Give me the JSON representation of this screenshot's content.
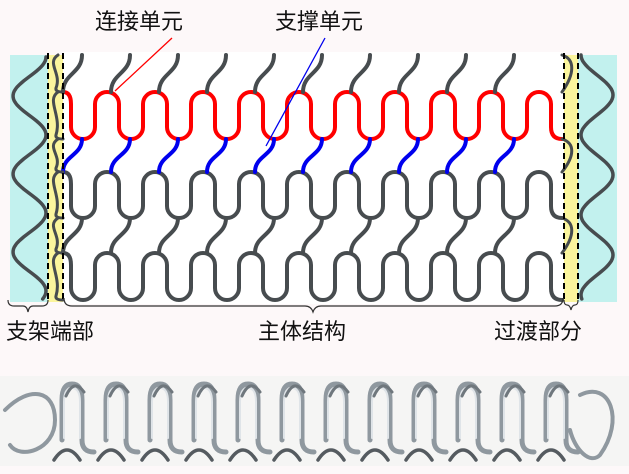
{
  "labels": {
    "connecting_unit": "连接单元",
    "support_unit": "支撑单元",
    "stent_end": "支架端部",
    "main_structure": "主体结构",
    "transition": "过渡部分"
  },
  "colors": {
    "connecting_unit": "#ff0000",
    "support_unit": "#0000ee",
    "strut": "#474c4f",
    "end_zone": "#c2f1ee",
    "transition_zone": "#fbf59d"
  }
}
